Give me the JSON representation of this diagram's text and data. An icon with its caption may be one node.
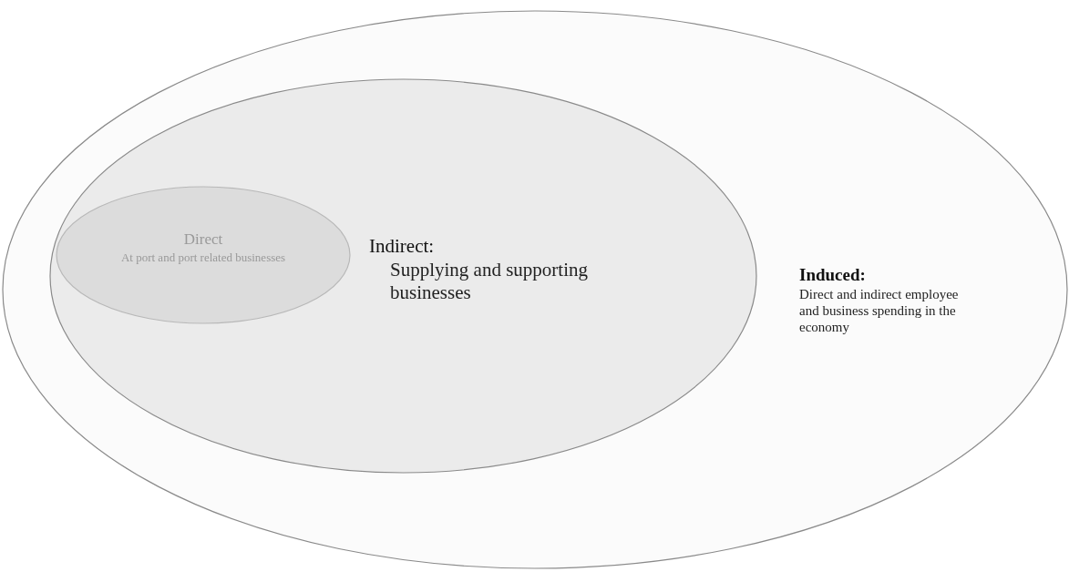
{
  "diagram": {
    "nodes": [
      {
        "text": [
          "Induced:",
          "Direct and indirect employee and business spending in the economy"
        ]
      },
      {
        "text": [
          "Indirect:",
          "Supplying and supporting businesses"
        ],
        "in": 0
      },
      {
        "text": [
          "Direct",
          "At port and port related businesses"
        ],
        "in": 1
      }
    ]
  }
}
